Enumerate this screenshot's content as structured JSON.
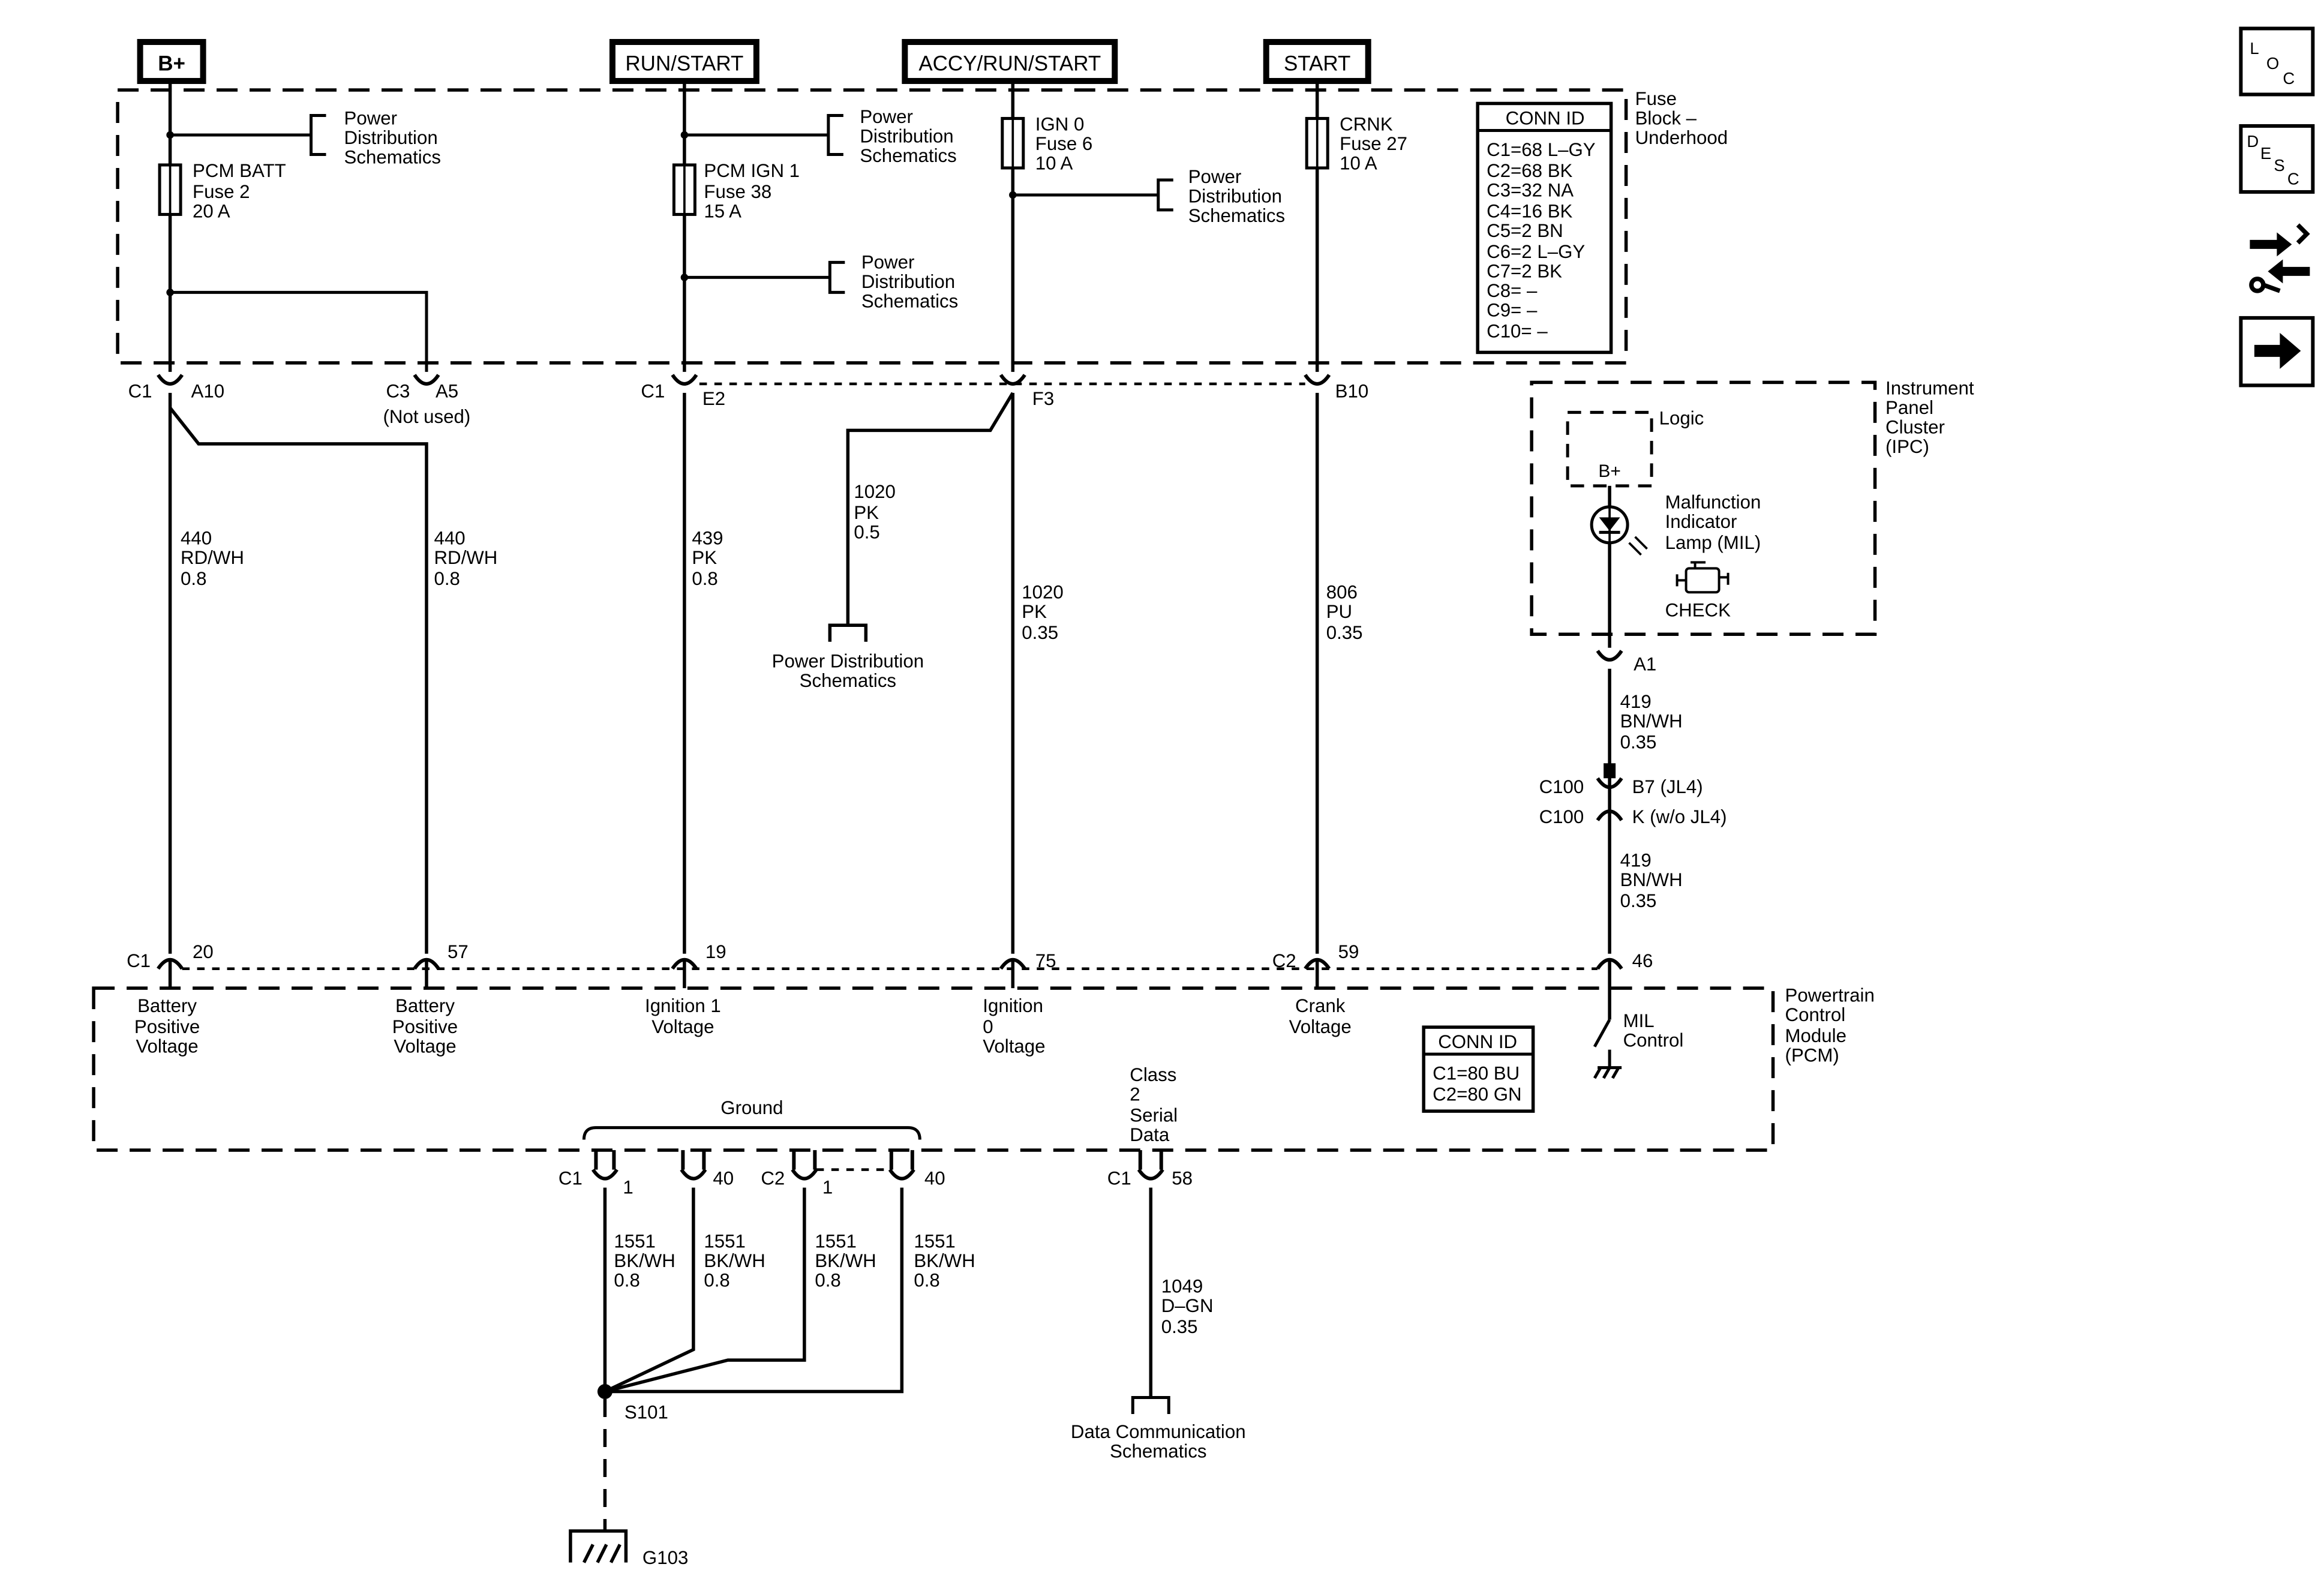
{
  "sources": {
    "bplus": "B+",
    "run_start": "RUN/START",
    "accy_run_start": "ACCY/RUN/START",
    "start": "START"
  },
  "fuse_block": {
    "label": [
      "Fuse",
      "Block –",
      "Underhood"
    ],
    "conn_title": "CONN ID",
    "conn_rows": [
      "C1=68 L–GY",
      "C2=68 BK",
      "C3=32 NA",
      "C4=16 BK",
      "C5=2 BN",
      "C6=2 L–GY",
      "C7=2 BK",
      "C8= –",
      "C9= –",
      "C10= –"
    ]
  },
  "fuses": [
    {
      "name": "PCM  BATT",
      "fuse": "Fuse 2",
      "amps": "20 A"
    },
    {
      "name": "PCM IGN 1",
      "fuse": "Fuse 38",
      "amps": "15 A"
    },
    {
      "name": "IGN 0",
      "fuse": "Fuse 6",
      "amps": "10 A"
    },
    {
      "name": "CRNK",
      "fuse": "Fuse 27",
      "amps": "10 A"
    }
  ],
  "power_dist": [
    "Power",
    "Distribution",
    "Schematics"
  ],
  "power_dist_inline": [
    "Power Distribution",
    "Schematics"
  ],
  "fuse_pins": {
    "c1": "C1",
    "a10": "A10",
    "c3": "C3",
    "a5": "A5",
    "not_used": "(Not used)",
    "c1b": "C1",
    "e2": "E2",
    "f3": "F3",
    "b10": "B10"
  },
  "wires": {
    "w440a": [
      "440",
      "RD/WH",
      "0.8"
    ],
    "w440b": [
      "440",
      "RD/WH",
      "0.8"
    ],
    "w439": [
      "439",
      "PK",
      "0.8"
    ],
    "w1020a": [
      "1020",
      "PK",
      "0.5"
    ],
    "w1020b": [
      "1020",
      "PK",
      "0.35"
    ],
    "w806": [
      "806",
      "PU",
      "0.35"
    ],
    "w419a": [
      "419",
      "BN/WH",
      "0.35"
    ],
    "w419b": [
      "419",
      "BN/WH",
      "0.35"
    ],
    "g1": [
      "1551",
      "BK/WH",
      "0.8"
    ],
    "g2": [
      "1551",
      "BK/WH",
      "0.8"
    ],
    "g3": [
      "1551",
      "BK/WH",
      "0.8"
    ],
    "g4": [
      "1551",
      "BK/WH",
      "0.8"
    ],
    "w1049": [
      "1049",
      "D–GN",
      "0.35"
    ]
  },
  "ipc": {
    "label": [
      "Instrument",
      "Panel",
      "Cluster",
      "(IPC)"
    ],
    "logic": "Logic",
    "bplus": "B+",
    "mil": [
      "Malfunction",
      "Indicator",
      "Lamp (MIL)"
    ],
    "check": "CHECK",
    "a1": "A1"
  },
  "c100": {
    "c100a": "C100",
    "b7": "B7 (JL4)",
    "c100b": "C100",
    "k": "K (w/o JL4)"
  },
  "pcm": {
    "label": [
      "Powertrain",
      "Control",
      "Module",
      "(PCM)"
    ],
    "conn_title": "CONN ID",
    "conn_rows": [
      "C1=80 BU",
      "C2=80 GN"
    ],
    "pins": {
      "c1": "C1",
      "p20": "20",
      "p57": "57",
      "p19": "19",
      "p75": "75",
      "c2": "C2",
      "p59": "59",
      "p46": "46"
    },
    "bat1": [
      "Battery",
      "Positive",
      "Voltage"
    ],
    "bat2": [
      "Battery",
      "Positive",
      "Voltage"
    ],
    "ign1": [
      "Ignition 1",
      "Voltage"
    ],
    "ign0": [
      "Ignition",
      "0",
      "Voltage"
    ],
    "crank": [
      "Crank",
      "Voltage"
    ],
    "mil": [
      "MIL",
      "Control"
    ],
    "class2": [
      "Class",
      "2",
      "Serial",
      "Data"
    ],
    "ground": "Ground",
    "gpins": {
      "c1": "C1",
      "p1": "1",
      "p40": "40",
      "c2": "C2",
      "p1b": "1",
      "p40b": "40",
      "c1b": "C1",
      "p58": "58"
    }
  },
  "splice": "S101",
  "ground_id": "G103",
  "data_comm": [
    "Data Communication",
    "Schematics"
  ],
  "nav": {
    "loc": {
      "l1": "L",
      "l2": "O",
      "l3": "C"
    },
    "desc": {
      "l1": "D",
      "l2": "E",
      "l3": "S",
      "l4": "C"
    }
  }
}
